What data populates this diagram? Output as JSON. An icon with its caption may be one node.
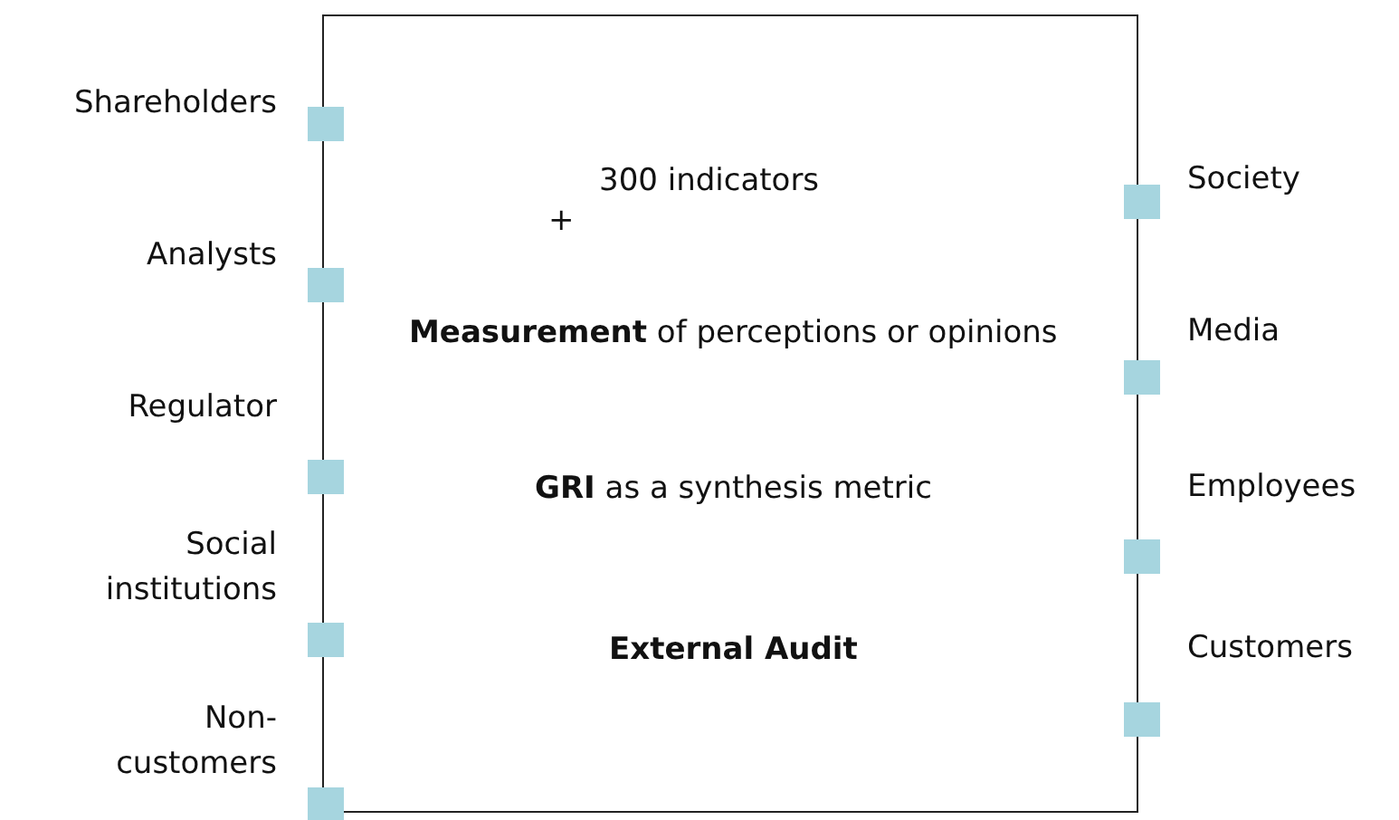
{
  "diagram": {
    "nodes": [
      {
        "text": [
          "+",
          "300 indicators",
          "**Measurement** of perceptions or opinions",
          "**GRI** as a synthesis metric",
          "External Audit"
        ]
      },
      {
        "text": [],
        "shape": "box",
        "beside": [
          "Shareholders"
        ]
      },
      {
        "text": [],
        "shape": "box",
        "beside": [
          "Analysts"
        ]
      },
      {
        "text": [],
        "shape": "box",
        "beside": [
          "Regulator"
        ]
      },
      {
        "text": [],
        "shape": "box",
        "beside": [
          "Social institutions"
        ]
      },
      {
        "text": [],
        "shape": "box",
        "beside": [
          "Non-customers"
        ]
      },
      {
        "text": [],
        "shape": "box",
        "beside": [
          "Society"
        ]
      },
      {
        "text": [],
        "shape": "box",
        "beside": [
          "Media"
        ]
      },
      {
        "text": [],
        "shape": "box",
        "beside": [
          "Employees"
        ]
      },
      {
        "text": [],
        "shape": "box",
        "beside": [
          "Customers"
        ]
      }
    ],
    "edges": []
  }
}
